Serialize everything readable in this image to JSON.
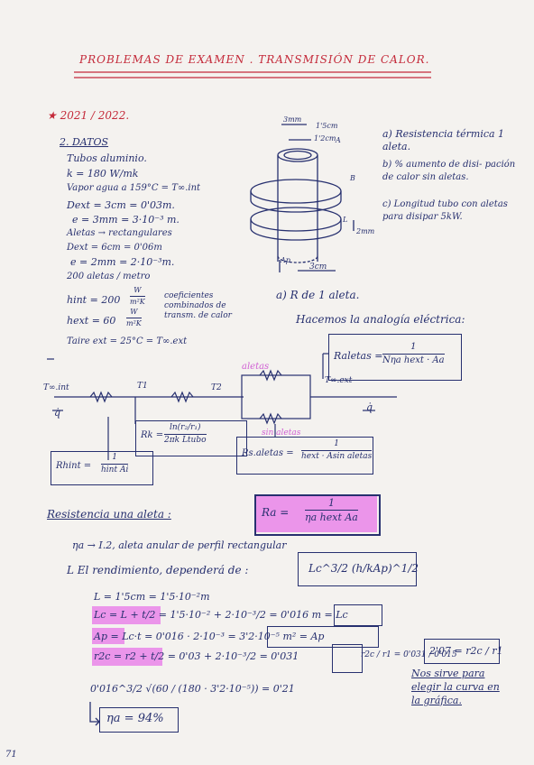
{
  "header": {
    "title": "PROBLEMAS DE EXAMEN . TRANSMISIÓN DE CALOR."
  },
  "exam": {
    "year": "★ 2021 / 2022."
  },
  "datos": {
    "heading": "2. DATOS",
    "lines": [
      "Tubos aluminio.",
      "k = 180 W/mk",
      "Vapor agua a 159°C = T∞.int",
      "Dext = 3cm = 0'03m.",
      "e = 3mm = 3·10⁻³ m.",
      "Aletas → rectangulares",
      "Dext = 6cm = 0'06m",
      "e = 2mm = 2·10⁻³m.",
      "200 aletas / metro"
    ],
    "hint_int_lhs": "hint = 200",
    "hint_int_frac_num": "W",
    "hint_int_frac_den": "m²K",
    "hint_ext_lhs": "hext = 60",
    "hint_ext_frac_num": "W",
    "hint_ext_frac_den": "m²K",
    "brace_note": "coeficientes combinados de transm. de calor",
    "taire": "Taire ext = 25°C = T∞.ext"
  },
  "figure": {
    "dim_3mm": "3mm",
    "dim_15cm": "1'5cm",
    "dim_12cm": "1'2cm",
    "dim_2mm": "2mm",
    "dim_3cm": "3cm",
    "label_A": "A",
    "label_B": "B",
    "label_L": "L",
    "label_Ap": "Ap"
  },
  "questions": {
    "a": "a) Resistencia térmica 1 aleta.",
    "b": "b) % aumento de disi- pación de calor sin aletas.",
    "c": "c) Longitud tubo con aletas para disipar 5kW."
  },
  "part_a": {
    "title": "a) R de 1 aleta.",
    "analogy": "Hacemos la analogía eléctrica:",
    "r_aletas_lhs": "Raletas =",
    "r_aletas_num": "1",
    "r_aletas_den": "Nηa hext · Aa",
    "aletas_label": "aletas",
    "sin_aletas_label": "sin aletas",
    "t_int": "T∞.int",
    "t1": "T1",
    "t2": "T2",
    "t_ext": "T∞.ext",
    "q_left": "q̇",
    "q_right": "q̇",
    "rk_lhs": "Rk =",
    "rk_num": "ln(r₂/r₁)",
    "rk_den": "2πk Ltubo",
    "rhint_lhs": "Rhint =",
    "rhint_num": "1",
    "rhint_den": "hint Ai",
    "rs_lhs": "Rs.aletas =",
    "rs_num": "1",
    "rs_den": "hext · Asin aletas"
  },
  "resistencia": {
    "label": "Resistencia una aleta :",
    "ra_lhs": "Ra =",
    "ra_num": "1",
    "ra_den": "ηa hext Aa"
  },
  "eta": {
    "line1": "ηa → I.2, aleta anular de perfil rectangular",
    "line2": "L El rendimiento, dependerá de :",
    "expr": "Lc^3/2 (h/kAp)^1/2",
    "calc_L": "L = 1'5cm = 1'5·10⁻²m",
    "calc_Lc": "Lc = L + t/2 = 1'5·10⁻² + 2·10⁻³/2 = 0'016 m = Lc",
    "calc_Ap": "Ap = Lc·t = 0'016 · 2·10⁻³ = 3'2·10⁻⁵ m² = Ap",
    "calc_r2c": "r2c = r2 + t/2 = 0'03 + 2·10⁻³/2 = 0'031",
    "ratio": "r2c / r1 = 0'031 / 0'015",
    "ratio_result": "2'07 = r2c / r1",
    "calc_expr": "0'016^3/2 √(60 / (180 · 3'2·10⁻⁵)) = 0'21",
    "note": "Nos sirve para elegir la curva en la gráfica.",
    "result": "ηa = 94%"
  },
  "footer": {
    "page": "71"
  }
}
